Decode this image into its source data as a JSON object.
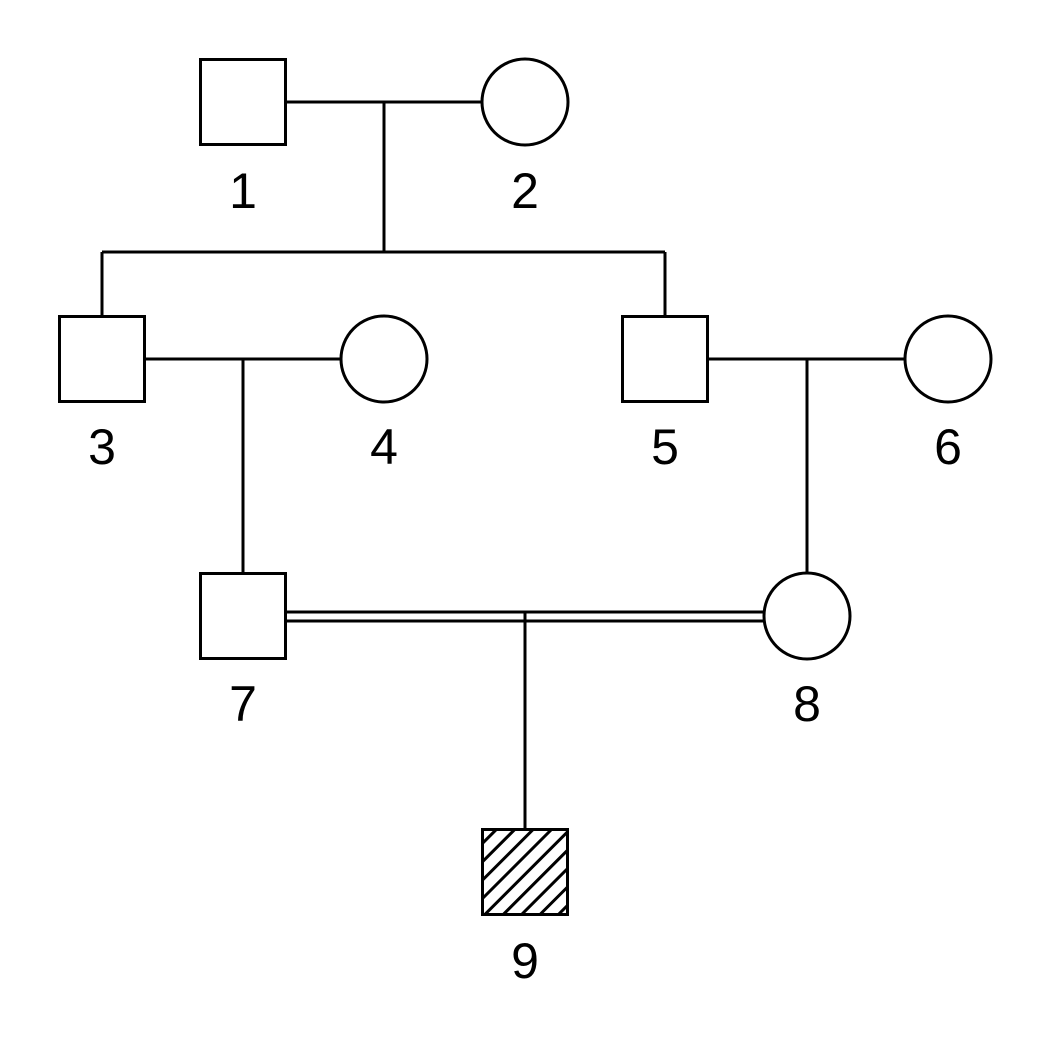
{
  "pedigree": {
    "title": "pedigree-chart",
    "colors": {
      "stroke": "#000000",
      "background": "#ffffff",
      "symbol_fill": "#ffffff"
    },
    "individuals": [
      {
        "id": "1",
        "label": "1",
        "sex": "male",
        "symbol": "square",
        "affected": false,
        "generation": 1
      },
      {
        "id": "2",
        "label": "2",
        "sex": "female",
        "symbol": "circle",
        "affected": false,
        "generation": 1
      },
      {
        "id": "3",
        "label": "3",
        "sex": "male",
        "symbol": "square",
        "affected": false,
        "generation": 2,
        "parents": [
          "1",
          "2"
        ]
      },
      {
        "id": "4",
        "label": "4",
        "sex": "female",
        "symbol": "circle",
        "affected": false,
        "generation": 2
      },
      {
        "id": "5",
        "label": "5",
        "sex": "male",
        "symbol": "square",
        "affected": false,
        "generation": 2,
        "parents": [
          "1",
          "2"
        ]
      },
      {
        "id": "6",
        "label": "6",
        "sex": "female",
        "symbol": "circle",
        "affected": false,
        "generation": 2
      },
      {
        "id": "7",
        "label": "7",
        "sex": "male",
        "symbol": "square",
        "affected": false,
        "generation": 3,
        "parents": [
          "3",
          "4"
        ]
      },
      {
        "id": "8",
        "label": "8",
        "sex": "female",
        "symbol": "circle",
        "affected": false,
        "generation": 3,
        "parents": [
          "5",
          "6"
        ]
      },
      {
        "id": "9",
        "label": "9",
        "sex": "male",
        "symbol": "square-hatched",
        "affected": true,
        "generation": 4,
        "parents": [
          "7",
          "8"
        ]
      }
    ],
    "unions": [
      {
        "partners": [
          "1",
          "2"
        ],
        "consanguineous": false,
        "line": "single",
        "children": [
          "3",
          "5"
        ]
      },
      {
        "partners": [
          "3",
          "4"
        ],
        "consanguineous": false,
        "line": "single",
        "children": [
          "7"
        ]
      },
      {
        "partners": [
          "5",
          "6"
        ],
        "consanguineous": false,
        "line": "single",
        "children": [
          "8"
        ]
      },
      {
        "partners": [
          "7",
          "8"
        ],
        "consanguineous": true,
        "line": "double",
        "children": [
          "9"
        ]
      }
    ]
  }
}
